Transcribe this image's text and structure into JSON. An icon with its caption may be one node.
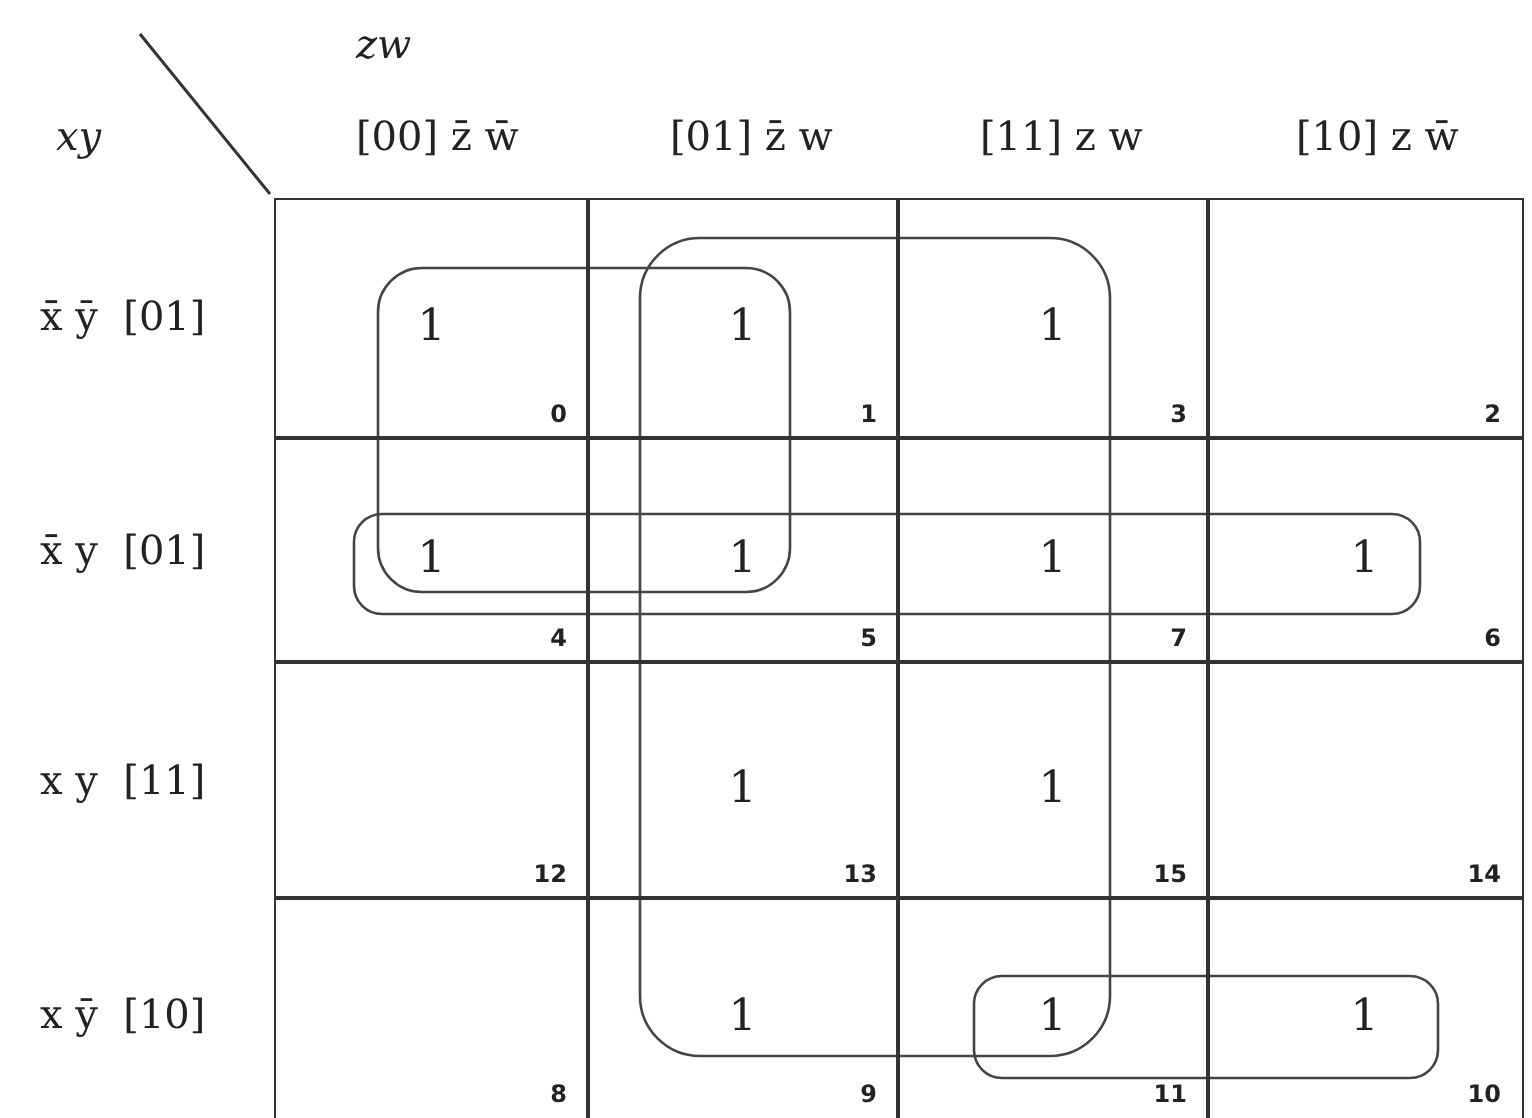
{
  "diagram": {
    "nodes": [
      {
        "text": [
          "1",
          "0"
        ]
      },
      {
        "text": [
          "1",
          "1"
        ]
      },
      {
        "text": [
          "1",
          "3"
        ]
      },
      {
        "text": [
          "2"
        ]
      },
      {
        "text": [
          "1",
          "4"
        ]
      },
      {
        "text": [
          "1",
          "5"
        ]
      },
      {
        "text": [
          "1",
          "7"
        ]
      },
      {
        "text": [
          "1",
          "6"
        ]
      },
      {
        "text": [
          "12"
        ]
      },
      {
        "text": [
          "1",
          "13"
        ]
      },
      {
        "text": [
          "1",
          "15"
        ]
      },
      {
        "text": [
          "14"
        ]
      },
      {
        "text": [
          "8"
        ]
      },
      {
        "text": [
          "1",
          "9"
        ]
      },
      {
        "text": [
          "1",
          "11"
        ]
      },
      {
        "text": [
          "1",
          "10"
        ]
      }
    ],
    "labels": [
      "zw",
      "xy",
      "[00] z̄ w̄",
      "[01] z̄ w",
      "[11] z w",
      "[10] z w̄",
      "x̄ ȳ  [01]",
      "x̄ y  [01]",
      "x y  [11]",
      "x ȳ  [10]"
    ]
  }
}
